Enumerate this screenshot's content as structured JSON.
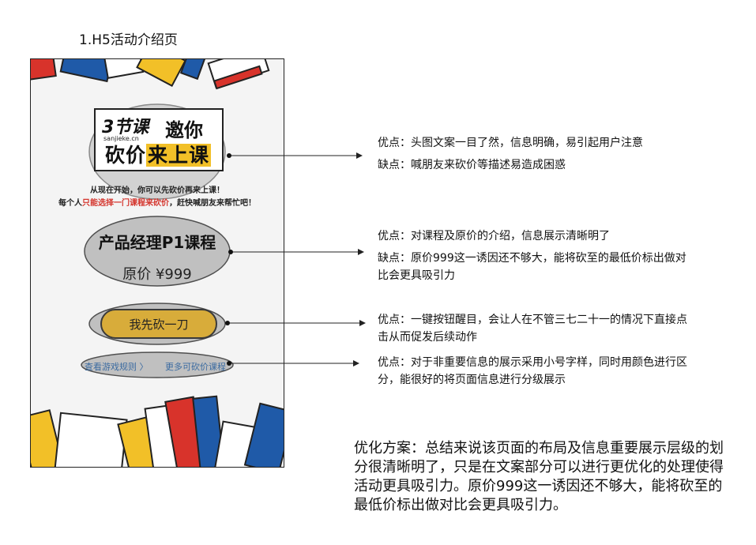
{
  "section_title": "1.H5活动介绍页",
  "phone": {
    "logo_brand": "3节课",
    "logo_domain": "sanjieke.cn",
    "invite_text": "邀你",
    "cut_text_prefix": "砍价",
    "cut_text_highlight": "来上课",
    "intro_line1": "从现在开始，你可以先砍价再来上课！",
    "intro_line2_a": "每个人",
    "intro_line2_red": "只能选择一门课程来砍价",
    "intro_line2_b": "，赶快喊朋友来帮忙吧！",
    "course_name": "产品经理P1课程",
    "course_price": "原价 ¥999",
    "cut_button_label": "我先砍一刀",
    "rules_link": "查看游戏规则 〉",
    "more_link": "更多可砍价课程"
  },
  "annotations": [
    {
      "lines": [
        "优点：头图文案一目了然，信息明确，易引起用户注意",
        "缺点：喊朋友来砍价等描述易造成困惑"
      ]
    },
    {
      "lines": [
        "优点：对课程及原价的介绍，信息展示清晰明了",
        "缺点：原价999这一诱因还不够大，能将砍至的最低价标出做对",
        "比会更具吸引力"
      ]
    },
    {
      "lines": [
        "优点：一键按钮醒目，会让人在不管三七二十一的情况下直接点",
        "击从而促发后续动作"
      ]
    },
    {
      "lines": [
        "优点：对于非重要信息的展示采用小号字样，同时用颜色进行区",
        "分，能很好的将页面信息进行分级展示"
      ]
    }
  ],
  "summary": "优化方案：总结来说该页面的布局及信息重要展示层级的划分很清晰明了，只是在文案部分可以进行更优化的处理使得活动更具吸引力。原价999这一诱因还不够大，能将砍至的最低价标出做对比会更具吸引力。",
  "colors": {
    "accent_yellow": "#f2c028",
    "book_red": "#d8332b",
    "book_blue": "#1f5aa8",
    "link_blue": "#3a6aa0",
    "highlight_gray": "#b8b8b8"
  }
}
